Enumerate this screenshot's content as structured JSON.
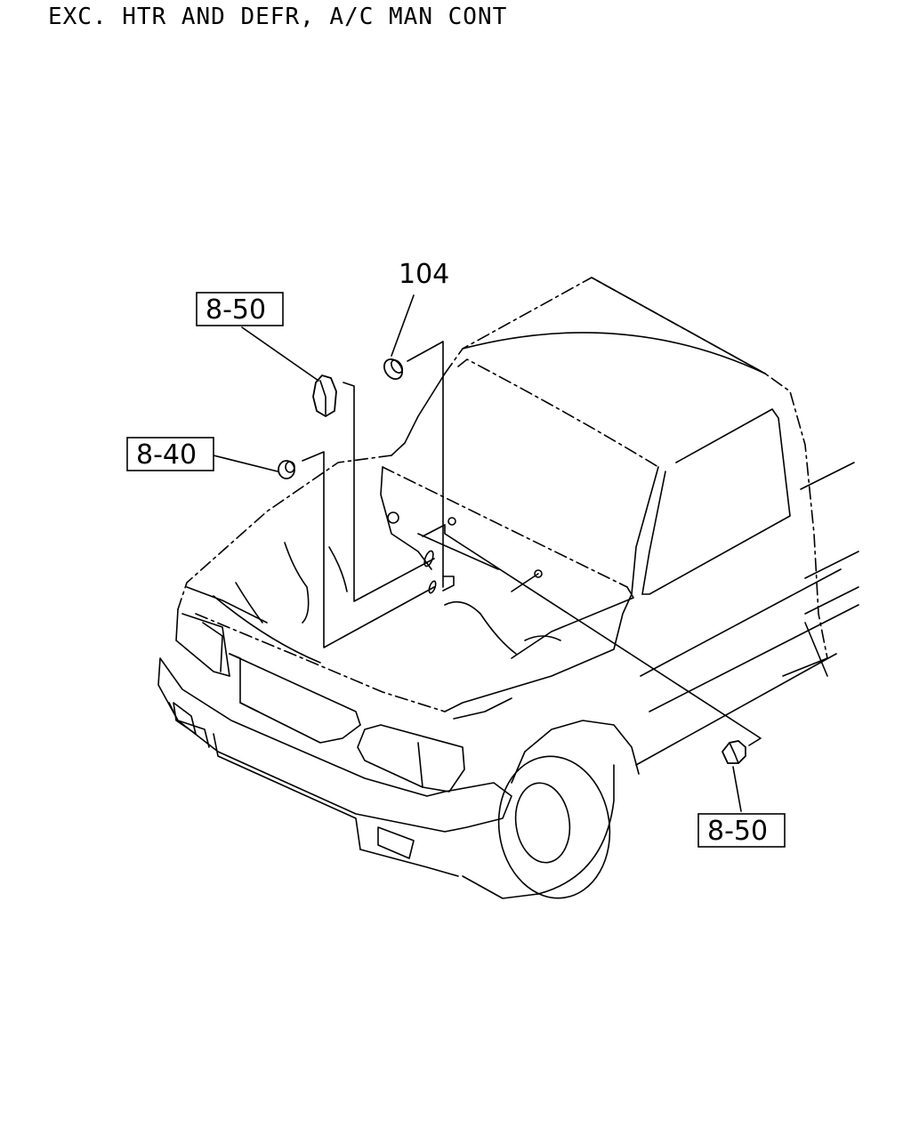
{
  "title": "EXC. HTR AND DEFR, A/C MAN CONT",
  "callouts": {
    "part_104": "104",
    "ref_8_50_top": "8-50",
    "ref_8_40": "8-40",
    "ref_8_50_bottom": "8-50"
  }
}
